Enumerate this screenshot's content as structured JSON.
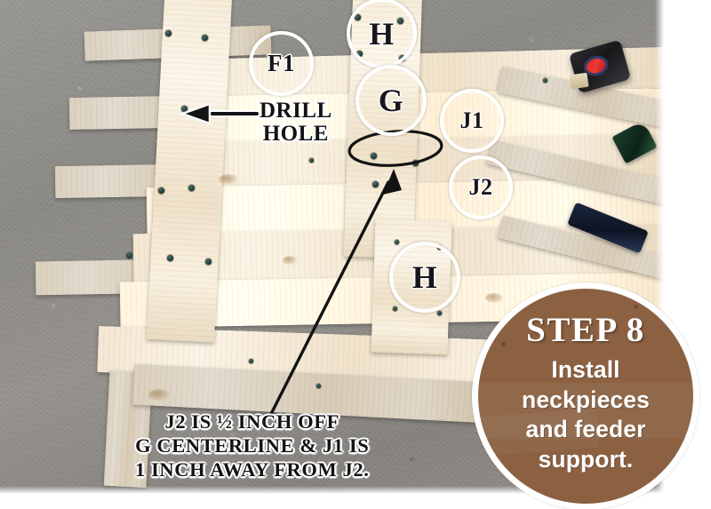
{
  "photo": {
    "scene": "overhead photo of partially assembled pine lumber frame on a gray concrete floor",
    "tools": [
      {
        "name": "tape-measure",
        "color": "#17171a"
      },
      {
        "name": "green-hand-tool",
        "color": "#0c2318"
      },
      {
        "name": "navy-hand-tool",
        "color": "#0d1423"
      }
    ]
  },
  "annotations": {
    "part_labels": [
      {
        "id": "f1",
        "text": "F1"
      },
      {
        "id": "h-top",
        "text": "H"
      },
      {
        "id": "g",
        "text": "G"
      },
      {
        "id": "j1",
        "text": "J1"
      },
      {
        "id": "j2",
        "text": "J2"
      },
      {
        "id": "h-bottom",
        "text": "H"
      }
    ],
    "drill_hole_label": "DRILL\nHOLE",
    "drill_hole_line1": "DRILL",
    "drill_hole_line2": "HOLE",
    "caption_line1": "J2 IS ½ INCH OFF",
    "caption_line2": "G CENTERLINE & J1 IS",
    "caption_line3": "1 INCH AWAY FROM J2.",
    "arrow_drill": "leftward arrow pointing at drill hole",
    "arrow_long": "long arrow pointing up-right to highlighted ellipse",
    "ellipse_highlight": "ellipse outlining the J2 offset area"
  },
  "badge": {
    "title": "STEP 8",
    "body_line1": "Install",
    "body_line2": "neckpieces",
    "body_line3": "and feeder",
    "body_line4": "support.",
    "background_color": "#8b6142",
    "text_color": "#ffffff",
    "ring_color": "#ffffff"
  },
  "colors": {
    "concrete": "#8e8c88",
    "wood_light": "#fbf4e6",
    "wood_mid": "#f0e2cb",
    "screw": "#20403f",
    "annotation_outline": "#ffffff",
    "annotation_text": "#131214",
    "page_background": "#ffffff"
  }
}
